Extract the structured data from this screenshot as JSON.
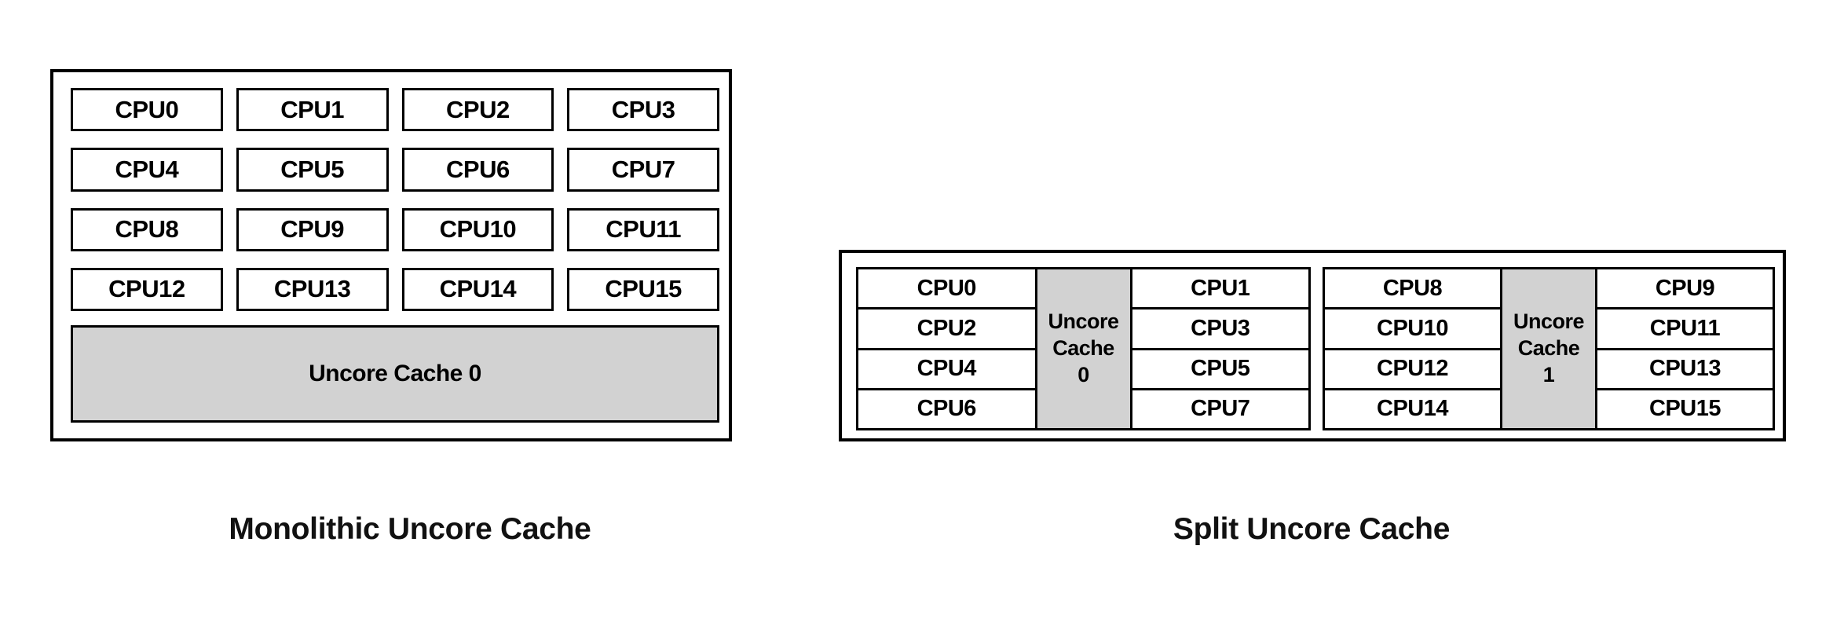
{
  "figure": {
    "background": "#ffffff",
    "line_color": "#000000",
    "cache_fill": "#d2d2d2"
  },
  "panels": [
    {
      "id": "monolithic",
      "caption": "Monolithic Uncore Cache",
      "layout": "4x4 grid of CPUs above one full-width uncore cache",
      "cpus": [
        "CPU0",
        "CPU1",
        "CPU2",
        "CPU3",
        "CPU4",
        "CPU5",
        "CPU6",
        "CPU7",
        "CPU8",
        "CPU9",
        "CPU10",
        "CPU11",
        "CPU12",
        "CPU13",
        "CPU14",
        "CPU15"
      ],
      "caches": [
        {
          "label": "Uncore Cache 0"
        }
      ]
    },
    {
      "id": "split",
      "caption": "Split Uncore Cache",
      "layout": "two groups, each with a CPU column, a central uncore cache, and a second CPU column",
      "groups": [
        {
          "left_cpus": [
            "CPU0",
            "CPU2",
            "CPU4",
            "CPU6"
          ],
          "cache": {
            "line1": "Uncore",
            "line2": "Cache",
            "line3": "0"
          },
          "right_cpus": [
            "CPU1",
            "CPU3",
            "CPU5",
            "CPU7"
          ]
        },
        {
          "left_cpus": [
            "CPU8",
            "CPU10",
            "CPU12",
            "CPU14"
          ],
          "cache": {
            "line1": "Uncore",
            "line2": "Cache",
            "line3": "1"
          },
          "right_cpus": [
            "CPU9",
            "CPU11",
            "CPU13",
            "CPU15"
          ]
        }
      ]
    }
  ]
}
